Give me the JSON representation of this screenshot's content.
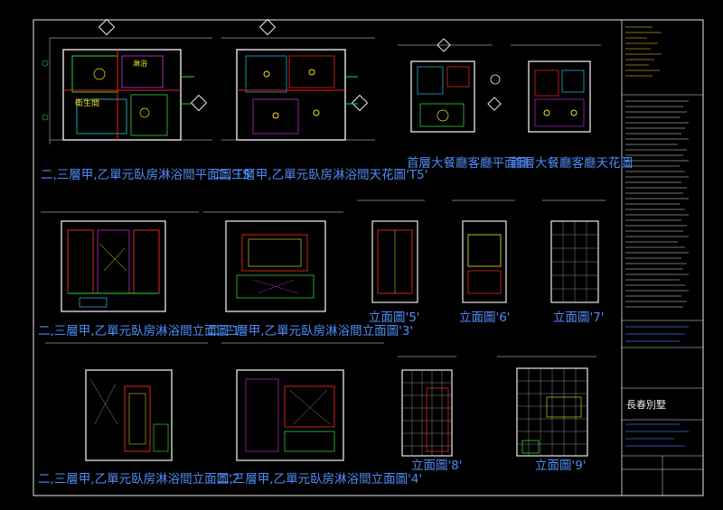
{
  "captions": {
    "plan_t5": "二,三層甲,乙單元臥房淋浴間平面圖'T5'",
    "ceiling_t5": "二,三層甲,乙單元臥房淋浴間天花圖'T5'",
    "lobby_plan": "首層大餐廳客廳平面圖",
    "lobby_ceiling": "首層大餐廳客廳天花圖",
    "elev_1": "二,三層甲,乙單元臥房淋浴間立面圖'1'",
    "elev_3": "二,三層甲,乙單元臥房淋浴間立面圖'3'",
    "elev_5": "立面圖'5'",
    "elev_6": "立面圖'6'",
    "elev_7": "立面圖'7'",
    "elev_2": "二,三層甲,乙單元臥房淋浴間立面圖'2'",
    "elev_4": "二,三層甲,乙單元臥房淋浴間立面圖'4'",
    "elev_8": "立面圖'8'",
    "elev_9": "立面圖'9'"
  },
  "room_labels": {
    "shower": "淋浴",
    "bathroom": "衛生間"
  },
  "title_block": {
    "project": "長春別墅"
  },
  "colors": {
    "caption": "#4f8df7",
    "wall": "#e8231f",
    "line": "#e8e8e8",
    "annotation": "#f5e51f",
    "fixture": "#2fd13a",
    "accent": "#d234e6"
  }
}
